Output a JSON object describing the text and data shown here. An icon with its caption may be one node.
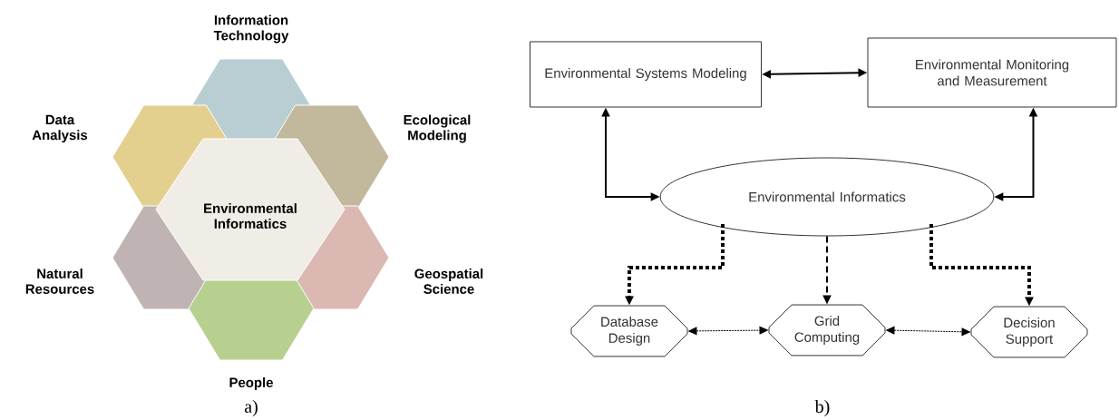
{
  "diagram": {
    "nodes": [
      {
        "text": [
          "Information Technology"
        ]
      },
      {
        "text": [
          "Data Analysis"
        ]
      },
      {
        "text": [
          "Ecological Modeling"
        ]
      },
      {
        "text": [
          "Environmental Informatics"
        ]
      },
      {
        "text": [
          "Natural Resources"
        ]
      },
      {
        "text": [
          "Geospatial Science"
        ]
      },
      {
        "text": [
          "People"
        ]
      },
      {
        "text": [
          "Environmental Systems Modeling"
        ]
      },
      {
        "text": [
          "Environmental Monitoring and Measurement"
        ]
      },
      {
        "text": [
          "Environmental Informatics"
        ]
      },
      {
        "text": [
          "Database Design"
        ]
      },
      {
        "text": [
          "Grid Computing"
        ]
      },
      {
        "text": [
          "Decision Support"
        ]
      }
    ],
    "edges": [
      {
        "from": 7,
        "to": 8,
        "arrow": "both"
      },
      {
        "from": 7,
        "to": 9,
        "arrow": "both"
      },
      {
        "from": 8,
        "to": 9,
        "arrow": "both"
      },
      {
        "from": 9,
        "to": 10,
        "arrow": "to",
        "style": "dashed"
      },
      {
        "from": 9,
        "to": 11,
        "arrow": "to",
        "style": "dashed"
      },
      {
        "from": 9,
        "to": 12,
        "arrow": "to",
        "style": "dashed"
      },
      {
        "from": 10,
        "to": 11,
        "arrow": "both",
        "style": "dashed"
      },
      {
        "from": 11,
        "to": 12,
        "arrow": "both",
        "style": "dashed"
      }
    ],
    "labels": [
      "a)",
      "b)"
    ]
  }
}
